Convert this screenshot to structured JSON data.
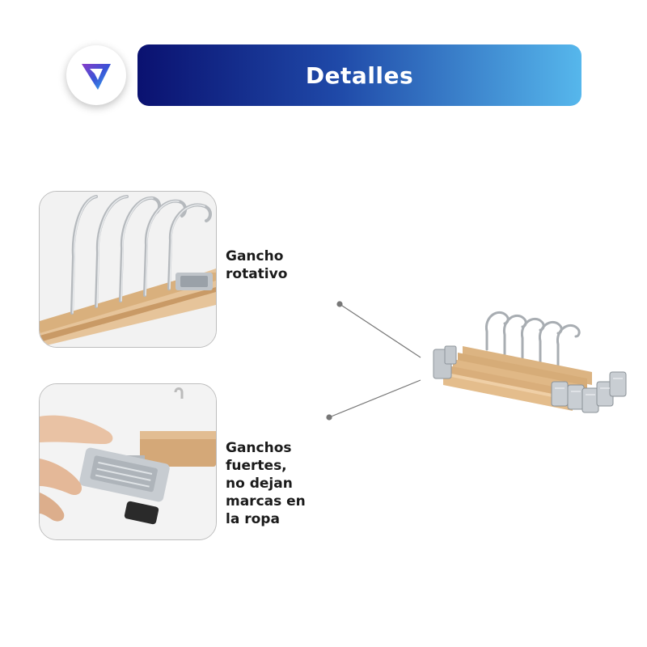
{
  "header": {
    "title": "Detalles",
    "gradient_start": "#0a1170",
    "gradient_end": "#56b7ec"
  },
  "logo": {
    "icon": "brand-triangle-logo-icon"
  },
  "features": [
    {
      "lines": [
        "Gancho",
        "rotativo"
      ],
      "image": "rotating-hook-closeup"
    },
    {
      "lines": [
        "Ganchos",
        "fuertes,",
        "no dejan",
        "marcas en",
        "la ropa"
      ],
      "image": "strong-clip-closeup"
    }
  ],
  "product": {
    "image": "wooden-clip-hangers-stack"
  }
}
